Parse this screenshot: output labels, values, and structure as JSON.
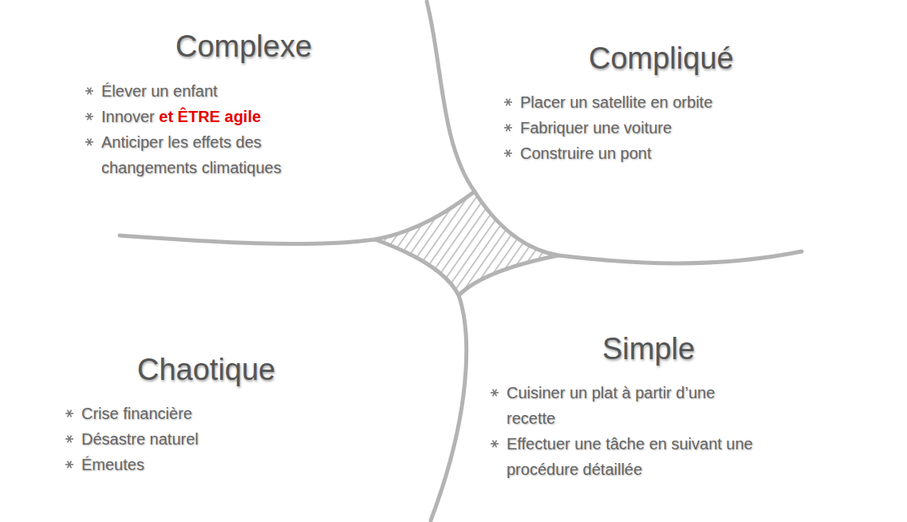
{
  "diagram": {
    "nodes": [
      {
        "text": [
          "Complexe",
          "Élever un enfant",
          "Innover",
          "et ÊTRE agile",
          "Anticiper les effets des changements climatiques"
        ]
      },
      {
        "text": [
          "Compliqué",
          "Placer un satellite en orbite",
          "Fabriquer une voiture",
          "Construire un pont"
        ]
      },
      {
        "text": [
          "Chaotique",
          "Crise financière",
          "Désastre naturel",
          "Émeutes"
        ]
      },
      {
        "text": [
          "Simple",
          "Cuisiner un plat à partir d’une recette",
          "Effectuer une tâche en suivant une procédure détaillée"
        ]
      }
    ]
  }
}
